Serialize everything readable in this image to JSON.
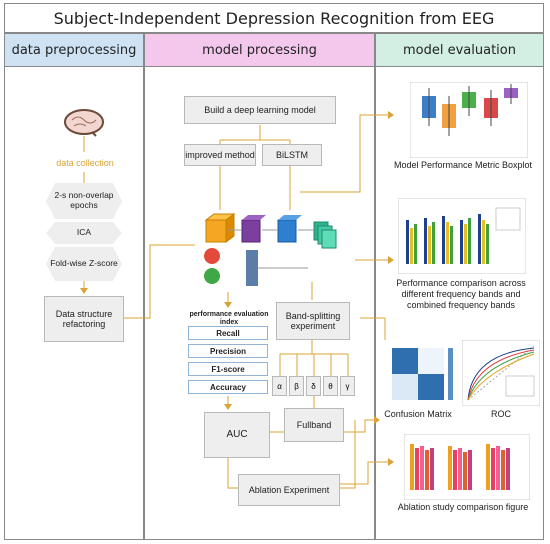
{
  "title": "Subject-Independent Depression Recognition from EEG",
  "columns": {
    "preprocessing": "data preprocessing",
    "processing": "model processing",
    "evaluation": "model evaluation"
  },
  "preprocessing": {
    "data_collection": "data collection",
    "steps": [
      "2-s non-overlap epochs",
      "ICA",
      "Fold-wise Z-score"
    ],
    "refactor": "Data structure refactoring"
  },
  "processing": {
    "build": "Build a deep learning model",
    "improved": "improved method",
    "bilstm": "BiLSTM",
    "perf_index": "performance evaluation index",
    "metrics": [
      "Recall",
      "Precision",
      "F1-score",
      "Accuracy"
    ],
    "band_split": "Band-splitting experiment",
    "bands": [
      "α",
      "β",
      "δ",
      "θ",
      "γ"
    ],
    "fullband": "Fullband",
    "auc": "AUC",
    "ablation": "Ablation Experiment"
  },
  "evaluation": {
    "boxplot": "Model Performance Metric Boxplot",
    "bands": "Performance comparison across different frequency bands and combined frequency bands",
    "confusion": "Confusion Matrix",
    "roc": "ROC",
    "ablation_fig": "Ablation study comparison figure"
  },
  "colors": {
    "blue": "#cfe2f3",
    "pink": "#f4c7ec",
    "green": "#d3efe4",
    "label_orange": "#d9a335"
  }
}
